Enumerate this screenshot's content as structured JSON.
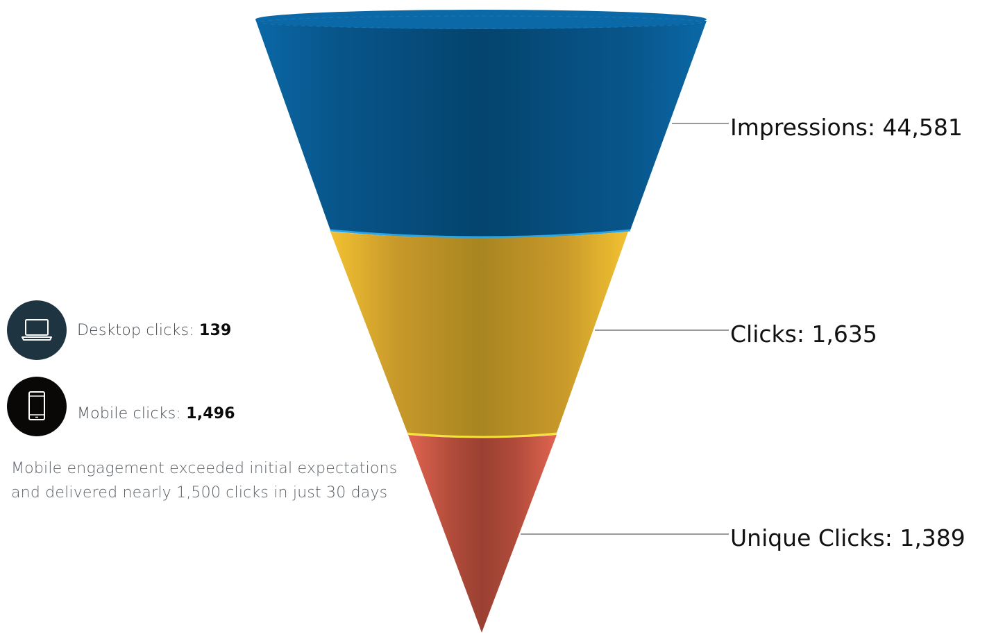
{
  "chart_data": {
    "type": "funnel",
    "stages": [
      {
        "label": "Impressions",
        "value": 44581,
        "display": "Impressions: 44,581",
        "color": "#08558a"
      },
      {
        "label": "Clicks",
        "value": 1635,
        "display": "Clicks: 1,635",
        "color": "#bf9527"
      },
      {
        "label": "Unique Clicks",
        "value": 1389,
        "display": "Unique Clicks: 1,389",
        "color": "#c2513f"
      }
    ]
  },
  "devices": {
    "desktop": {
      "label": "Desktop clicks: ",
      "value": "139",
      "icon": "laptop-icon",
      "circle_color": "#1f3441"
    },
    "mobile": {
      "label": "Mobile clicks: ",
      "value": "1,496",
      "icon": "smartphone-icon",
      "circle_color": "#0a0707"
    }
  },
  "note": "Mobile engagement exceeded initial expectations and delivered nearly 1,500 clicks in just 30 days"
}
